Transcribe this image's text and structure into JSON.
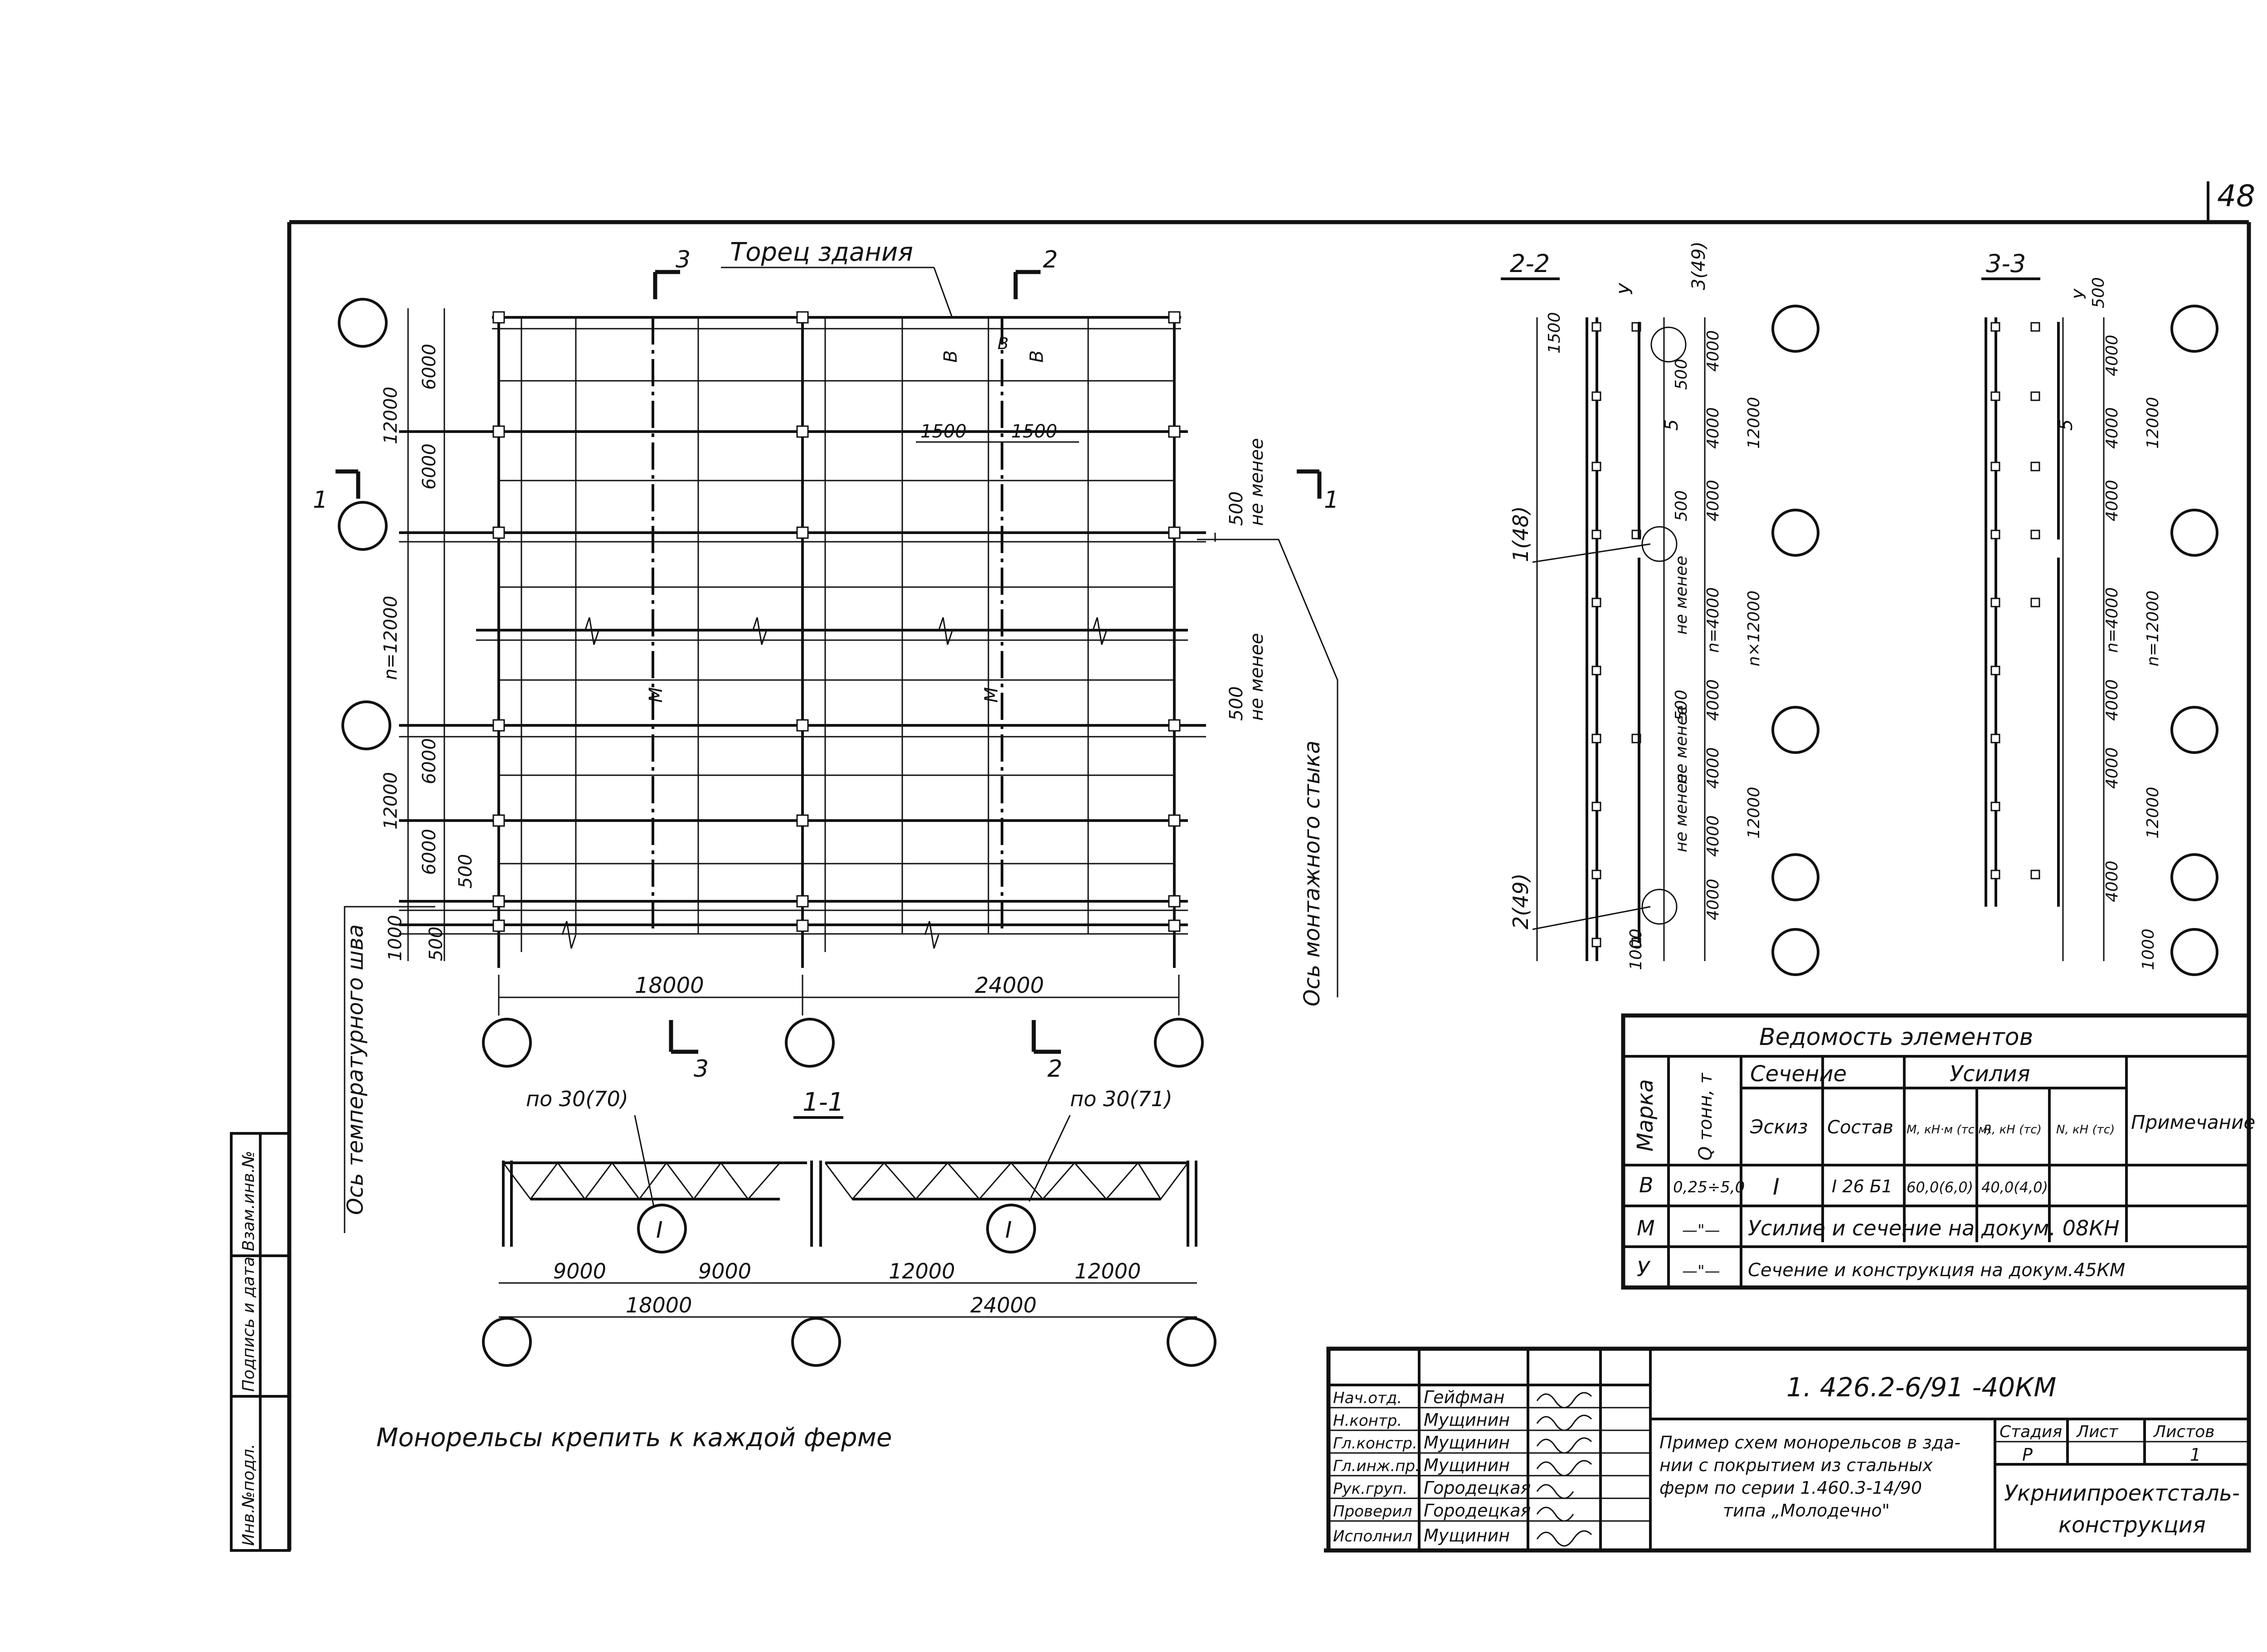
{
  "sheet_number": "48",
  "plan": {
    "top_label": "Торец здания",
    "section_marks": {
      "s3": "3",
      "s2": "2",
      "s1": "1"
    },
    "left_dims": [
      "12000",
      "6000",
      "6000",
      "n=12000",
      "12000",
      "6000",
      "6000",
      "500",
      "1000",
      "500"
    ],
    "inner_dims": [
      "1500",
      "1500"
    ],
    "right_notes": [
      "500",
      "не менее",
      "500",
      "не менее"
    ],
    "bottom_dims": [
      "18000",
      "24000"
    ],
    "mark_b": "В",
    "mark_m": "М",
    "axis_temp": "Ось температурного шва",
    "axis_mount": "Ось монтажного стыка"
  },
  "section_11": {
    "title": "1-1",
    "truss_left": "по 30(70)",
    "truss_right": "по 30(71)",
    "dims_top": [
      "9000",
      "9000",
      "12000",
      "12000"
    ],
    "dims_bottom": [
      "18000",
      "24000"
    ]
  },
  "section_22": {
    "title": "2-2",
    "labels": [
      "У",
      "3(49)",
      "1(48)",
      "2(49)",
      "5"
    ],
    "dims": [
      "1500",
      "500",
      "4000",
      "4000",
      "12000",
      "500",
      "не менее",
      "4000",
      "n=4000",
      "n×12000",
      "500",
      "4000",
      "не менее",
      "4000",
      "4000",
      "12000",
      "не менее",
      "4000",
      "1000"
    ]
  },
  "section_33": {
    "title": "3-3",
    "labels": [
      "У",
      "500",
      "5"
    ],
    "dims": [
      "4000",
      "4000",
      "12000",
      "4000",
      "n=4000",
      "n=12000",
      "4000",
      "4000",
      "12000",
      "4000",
      "1000"
    ]
  },
  "table": {
    "title": "Ведомость элементов",
    "headers": {
      "marka": "Марка",
      "q": "Q тонн, т",
      "section": "Сечение",
      "sketch": "Эскиз",
      "composition": "Состав",
      "forces": "Усилия",
      "m": "M, кН·м (тс·м)",
      "r": "R, кН (тс)",
      "n": "N, кН (тс)",
      "note": "Примечание"
    },
    "rows": [
      {
        "marka": "В",
        "q": "0,25÷5,0",
        "sketch": "I",
        "composition": "I 26 Б1",
        "m": "60,0(6,0)",
        "r": "40,0(4,0)",
        "n": "",
        "note": ""
      },
      {
        "marka": "М",
        "q": "—\"—",
        "text": "Усилие и сечение на докум. 08КН"
      },
      {
        "marka": "У",
        "q": "—\"—",
        "text": "Сечение и конструкция на докум.45КМ"
      }
    ]
  },
  "stamp": {
    "code": "1. 426.2-6/91 -40КМ",
    "roles": [
      "Нач.отд.",
      "Н.контр.",
      "Гл.констр.",
      "Гл.инж.пр.",
      "Рук.груп.",
      "Проверил",
      "Исполнил"
    ],
    "names": [
      "Гейфман",
      "Мущинин",
      "Мущинин",
      "Мущинин",
      "Городецкая",
      "Городецкая",
      "Мущинин"
    ],
    "title_lines": [
      "Пример схем монорельсов в зда-",
      "нии с покрытием из стальных",
      "ферм по серии 1.460.3-14/90",
      "типа „Молодечно\""
    ],
    "stage_label": "Стадия",
    "sheet_label": "Лист",
    "sheets_label": "Листов",
    "stage": "Р",
    "sheets": "1",
    "org": [
      "Укрниипроектсталь-",
      "конструкция"
    ]
  },
  "side_strip": [
    "Инв.№подл.",
    "Подпись и дата",
    "Взам.инв.№"
  ],
  "footer_note": "Монорельсы крепить к каждой ферме"
}
